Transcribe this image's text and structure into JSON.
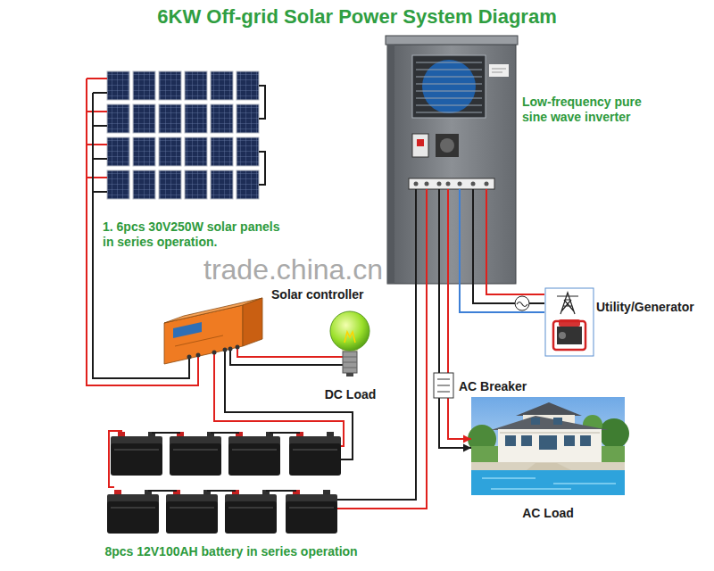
{
  "diagram": {
    "title": "6KW Off-grid Solar Power System Diagram",
    "nodes": [
      {
        "text": [
          "1. 6pcs 30V250W solar panels in series operation."
        ]
      },
      {
        "text": [
          "Low-frequency pure sine wave inverter"
        ]
      },
      {
        "text": [
          "Solar controller"
        ]
      },
      {
        "text": [
          "DC Load"
        ]
      },
      {
        "text": [
          "Utility/Generator"
        ]
      },
      {
        "text": [
          "AC Load"
        ]
      },
      {
        "text": [
          "8pcs 12V100AH battery in series operation"
        ]
      }
    ],
    "edges": [
      {
        "from": 0,
        "to": 2,
        "arrow": "none"
      },
      {
        "from": 2,
        "to": 3,
        "arrow": "none"
      },
      {
        "from": 2,
        "to": 6,
        "arrow": "none"
      },
      {
        "from": 6,
        "to": 1,
        "arrow": "none"
      },
      {
        "from": 4,
        "to": 1,
        "arrow": "none"
      },
      {
        "from": 1,
        "to": 5,
        "label": "AC Breaker",
        "arrow": "to"
      }
    ],
    "labels": [
      "trade.china.cn"
    ]
  }
}
